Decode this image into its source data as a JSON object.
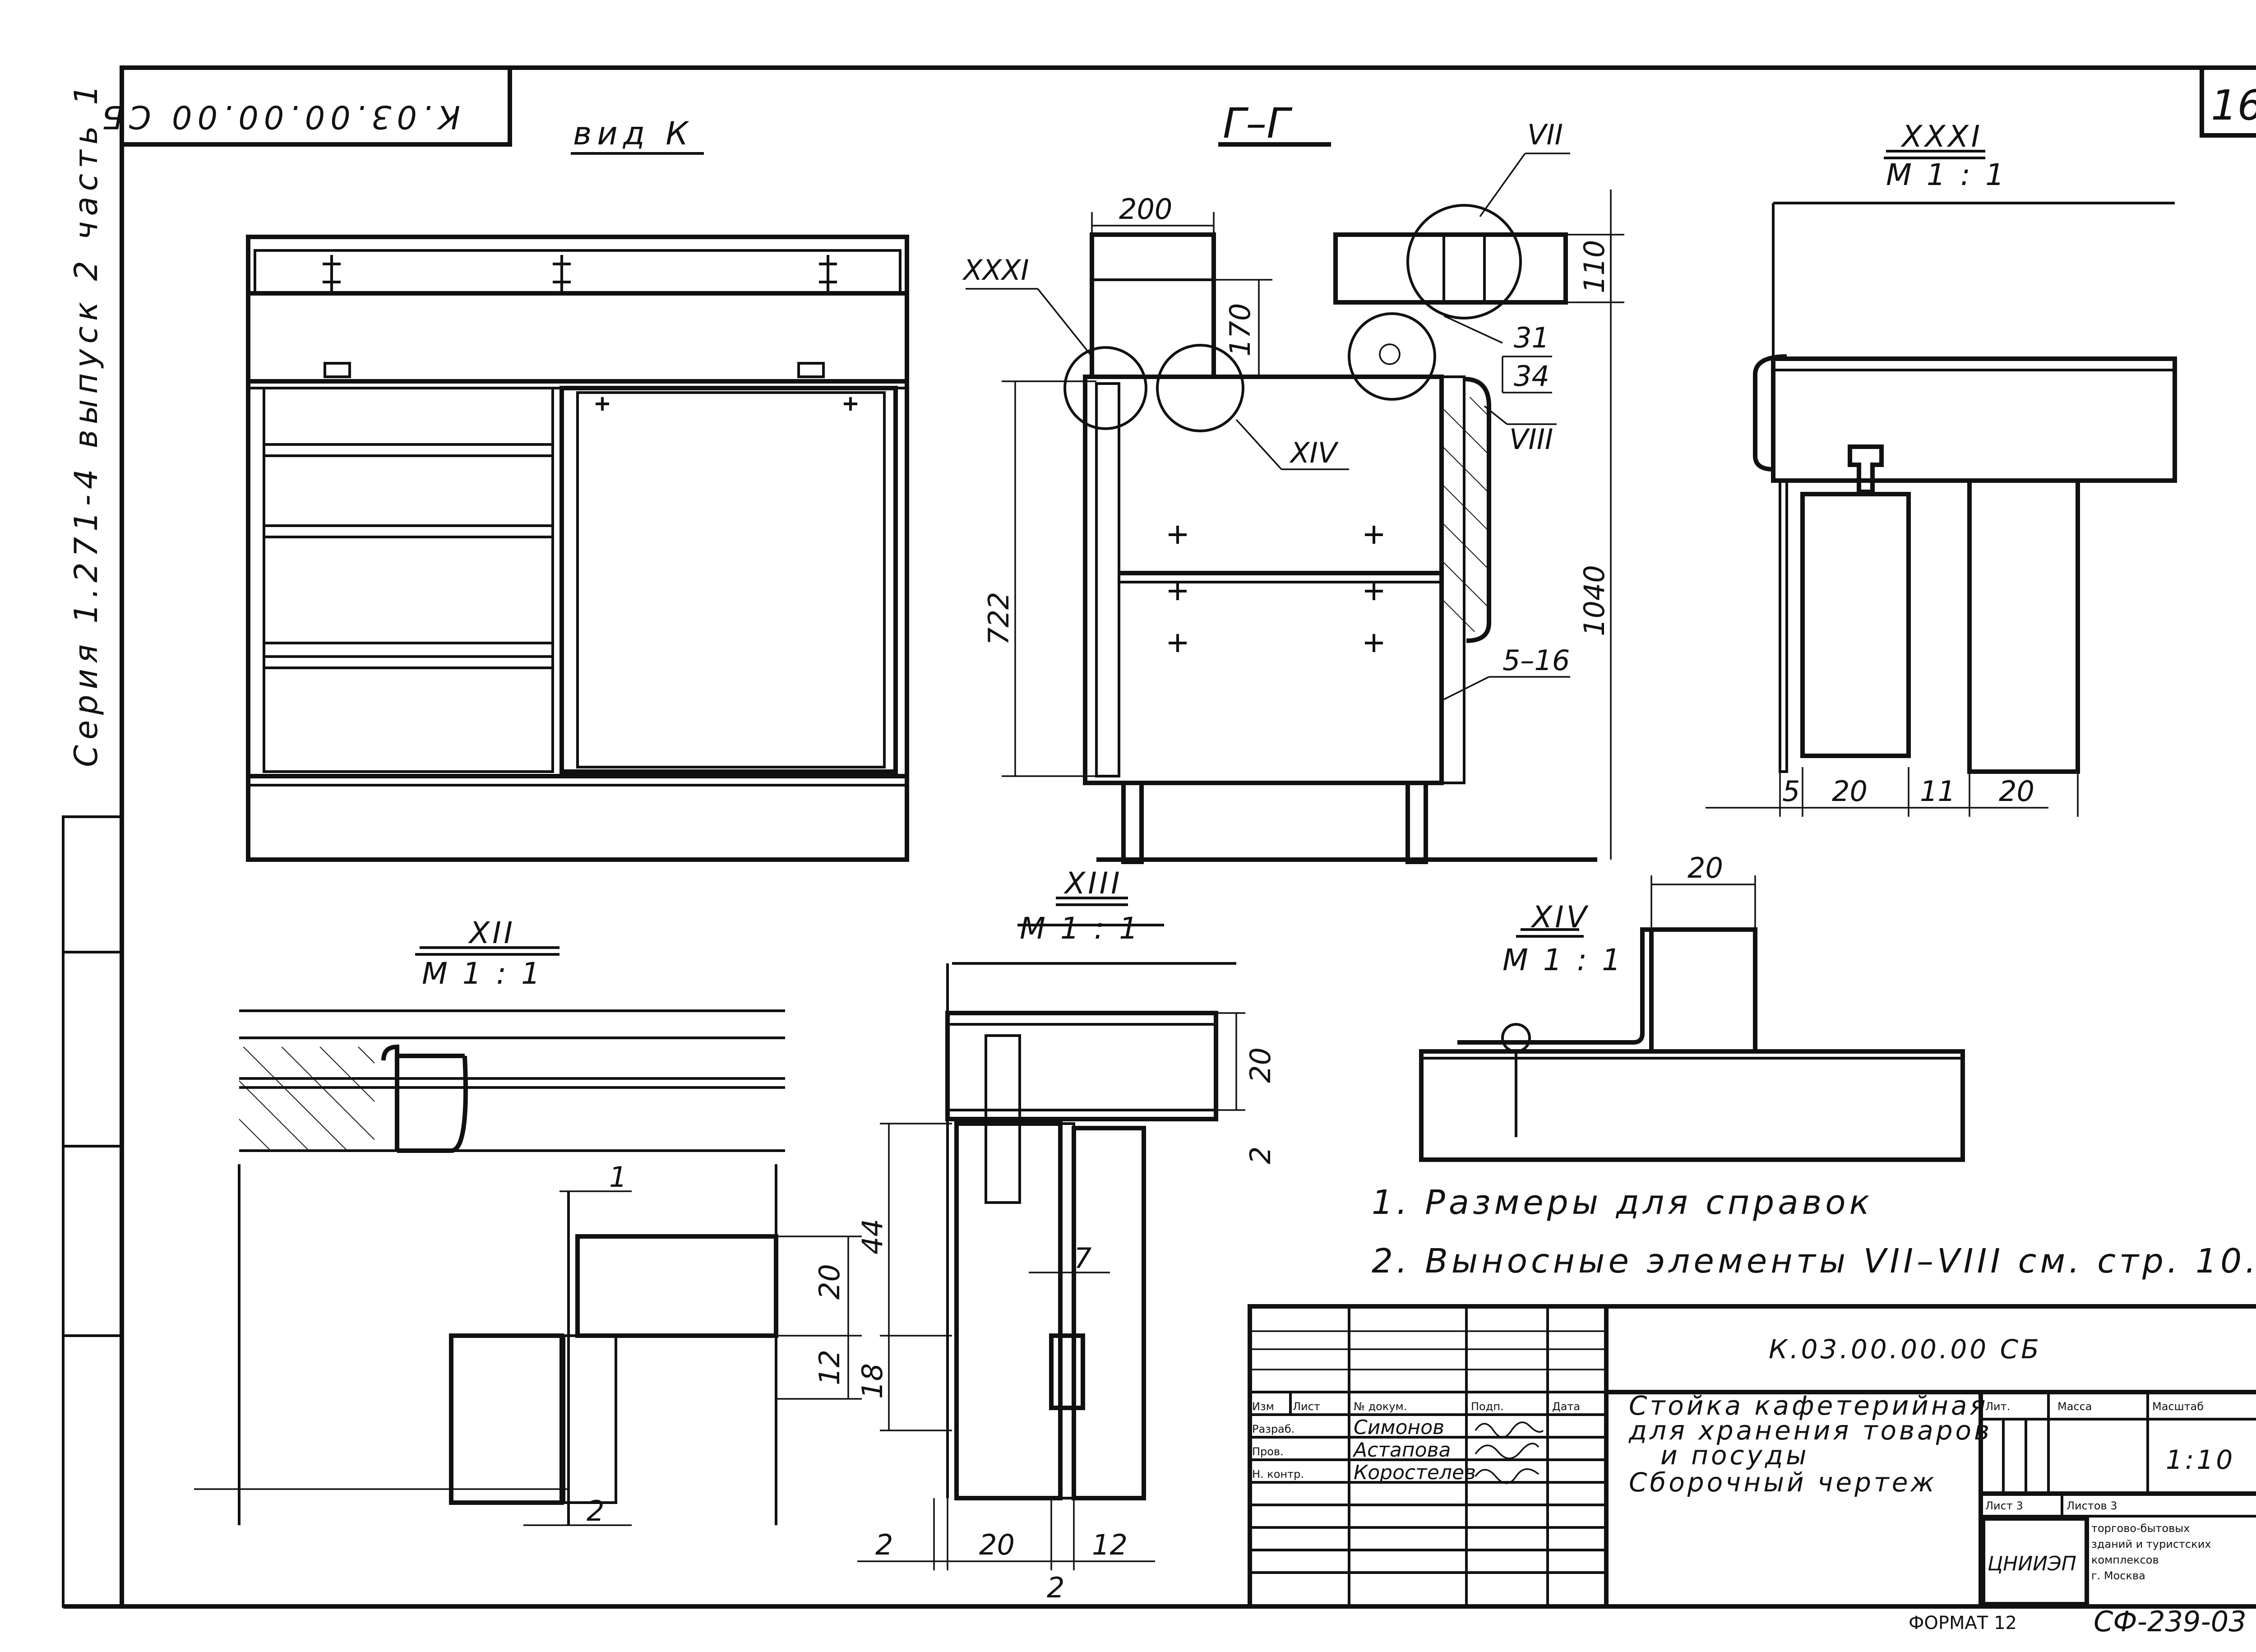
{
  "sheet": {
    "page_number": "16",
    "inverted_stamp": "К.03.00.00.00 СБ",
    "side_series": "Серия 1.271-4 выпуск 2 часть 1",
    "format_label": "ФОРМАТ 12",
    "drawing_code": "СФ-239-03"
  },
  "views": {
    "view_k": "вид К",
    "section_gg": "Г–Г",
    "detail_xxxi": {
      "label": "XXXI",
      "scale": "М 1 : 1"
    },
    "detail_xii": {
      "label": "XII",
      "scale": "М 1 : 1"
    },
    "detail_xiii": {
      "label": "XIII",
      "scale": "М 1 : 1"
    },
    "detail_xiv": {
      "label": "XIV",
      "scale": "М 1 : 1"
    }
  },
  "section_callouts": {
    "xxxi": "XXXI",
    "xiv": "XIV",
    "vii": "VII",
    "viii": "VIII",
    "part_top": "31",
    "part_bottom": "34",
    "part_range": "5–16"
  },
  "dimensions": {
    "gg": {
      "width_top": "200",
      "h170": "170",
      "h110": "110",
      "h722": "722",
      "h1040": "1040"
    },
    "xxxi": {
      "d5": "5",
      "d20a": "20",
      "d11": "11",
      "d20b": "20"
    },
    "xii": {
      "d1": "1",
      "d20": "20",
      "d12": "12",
      "d2": "2"
    },
    "xiii": {
      "d20": "20",
      "d2a": "2",
      "d44": "44",
      "d7": "7",
      "d18": "18",
      "b2": "2",
      "b20": "20",
      "b12": "12",
      "b2b": "2"
    },
    "xiv": {
      "d20": "20"
    }
  },
  "notes": [
    "1. Размеры для справок",
    "2. Выносные элементы VII–VIII см. стр. 10."
  ],
  "title_block": {
    "designation": "К.03.00.00.00 СБ",
    "name_line1": "Стойка кафетерийная",
    "name_line2": "для хранения товаров",
    "name_line3": "и посуды",
    "name_line4": "Сборочный чертеж",
    "col_izm": "Изм",
    "col_list": "Лист",
    "col_doc": "№ докум.",
    "col_sign": "Подп.",
    "col_date": "Дата",
    "row1_role": "Разраб.",
    "row1_name": "Симонов",
    "row2_role": "Пров.",
    "row2_name": "Астапова",
    "row3_role": "Н. контр.",
    "row3_name": "Коростелев",
    "lit_label": "Лит.",
    "mass_label": "Масса",
    "scale_label": "Масштаб",
    "scale_value": "1:10",
    "sheet_label": "Лист 3",
    "sheets_label": "Листов 3",
    "org_logo": "ЦНИИЭП",
    "org_line1": "торгово-бытовых",
    "org_line2": "зданий и туристских",
    "org_line3": "комплексов",
    "org_line4": "г. Москва"
  }
}
